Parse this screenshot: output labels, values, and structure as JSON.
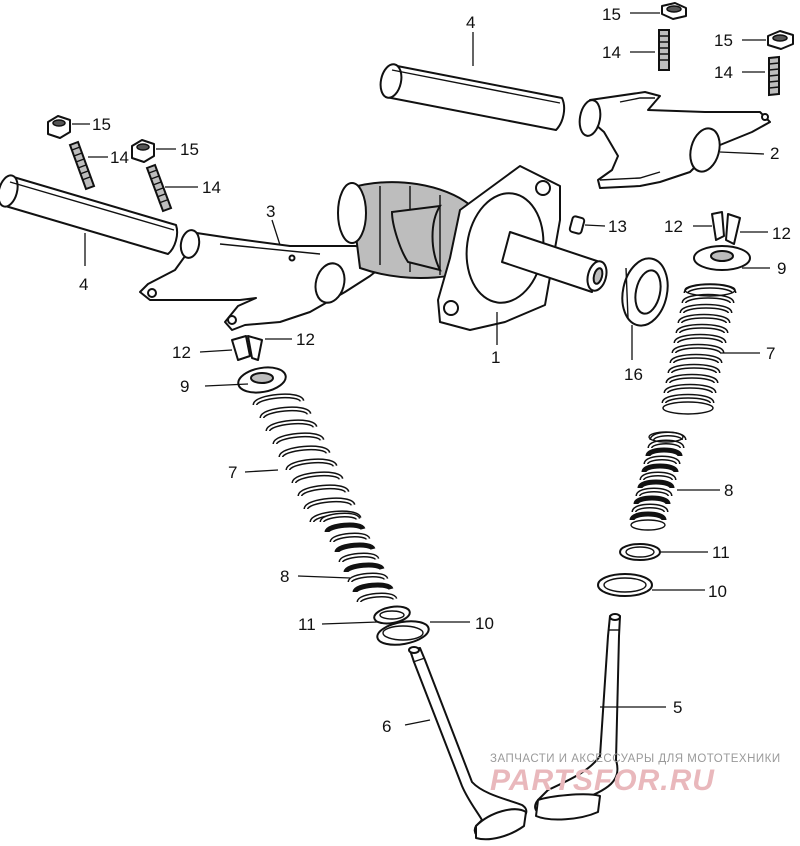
{
  "callouts": {
    "c1": "1",
    "c2": "2",
    "c3": "3",
    "c4a": "4",
    "c4b": "4",
    "c5": "5",
    "c6": "6",
    "c7a": "7",
    "c7b": "7",
    "c8a": "8",
    "c8b": "8",
    "c9a": "9",
    "c9b": "9",
    "c10a": "10",
    "c10b": "10",
    "c11a": "11",
    "c11b": "11",
    "c12a": "12",
    "c12b": "12",
    "c12c": "12",
    "c12d": "12",
    "c13": "13",
    "c14a": "14",
    "c14b": "14",
    "c14c": "14",
    "c14d": "14",
    "c15a": "15",
    "c15b": "15",
    "c15c": "15",
    "c15d": "15",
    "c16": "16"
  },
  "watermark": {
    "caption": "ЗАПЧАСТИ И АКСЕССУАРЫ ДЛЯ МОТОТЕХНИКИ",
    "brand": "PARTSFOR.RU"
  },
  "colors": {
    "line": "#111111",
    "watermark_brand": "#e9b8bc",
    "watermark_caption": "#9a9a9a"
  }
}
